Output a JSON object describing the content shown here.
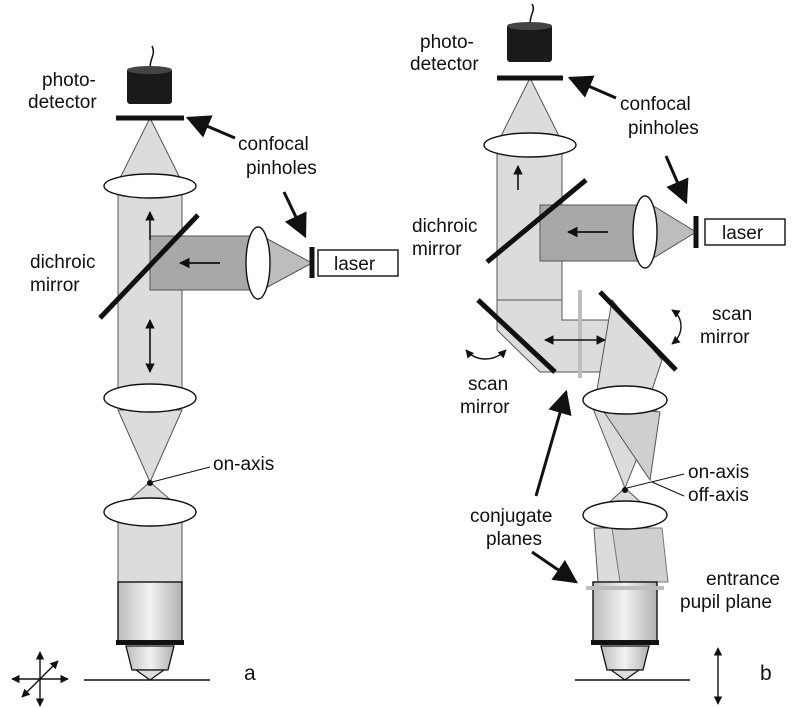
{
  "panel_a": {
    "letter": "a",
    "photodetector_l1": "photo-",
    "photodetector_l2": "detector",
    "confocal_l1": "confocal",
    "confocal_l2": "pinholes",
    "dichroic_l1": "dichroic",
    "dichroic_l2": "mirror",
    "laser": "laser",
    "on_axis": "on-axis"
  },
  "panel_b": {
    "letter": "b",
    "photodetector_l1": "photo-",
    "photodetector_l2": "detector",
    "confocal_l1": "confocal",
    "confocal_l2": "pinholes",
    "dichroic_l1": "dichroic",
    "dichroic_l2": "mirror",
    "laser": "laser",
    "scan_right_l1": "scan",
    "scan_right_l2": "mirror",
    "scan_left_l1": "scan",
    "scan_left_l2": "mirror",
    "conjugate_l1": "conjugate",
    "conjugate_l2": "planes",
    "on_axis": "on-axis",
    "off_axis": "off-axis",
    "entrance_l1": "entrance",
    "entrance_l2": "pupil plane"
  },
  "colors": {
    "beam": "#d9d9d9",
    "beam_dark": "#9a9a9a",
    "line": "#111111",
    "lens_fill": "#ffffff"
  }
}
